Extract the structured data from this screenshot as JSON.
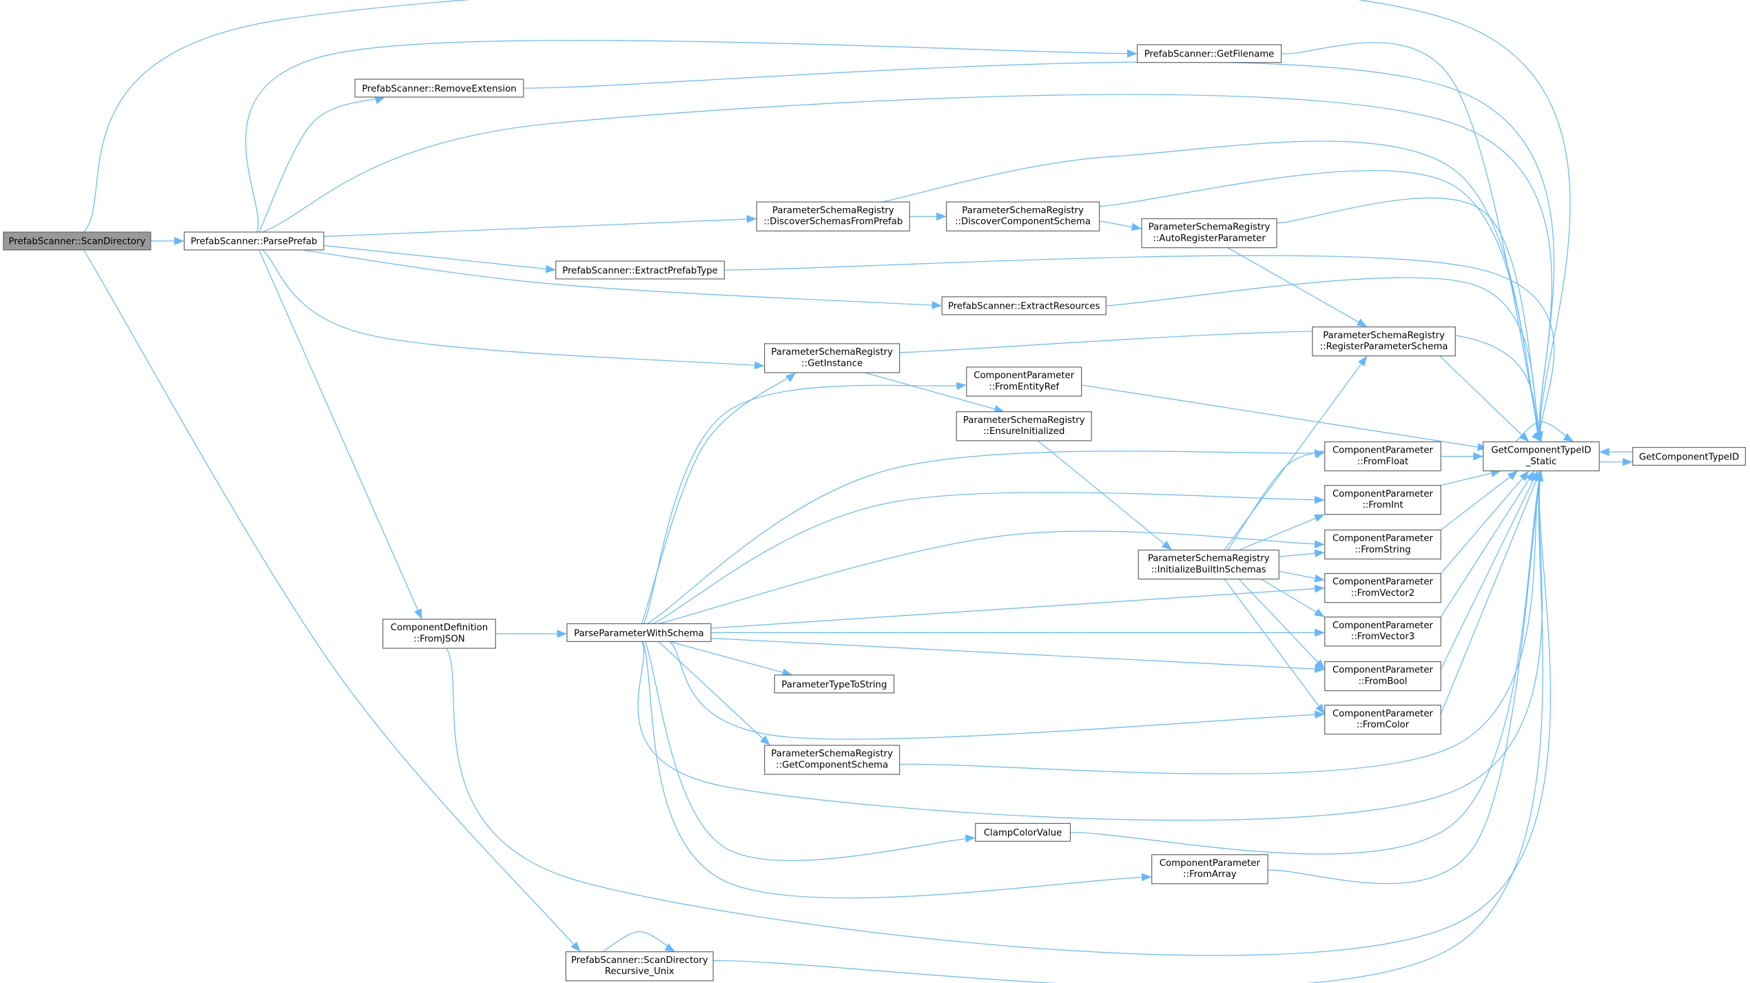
{
  "graph": {
    "edge_color": "#63b8ff",
    "current_node_color": "#999999",
    "nodes": [
      {
        "id": "scan",
        "lines": [
          "PrefabScanner::ScanDirectory"
        ]
      },
      {
        "id": "parse",
        "lines": [
          "PrefabScanner::ParsePrefab"
        ]
      },
      {
        "id": "getfilename",
        "lines": [
          "PrefabScanner::GetFilename"
        ]
      },
      {
        "id": "removeext",
        "lines": [
          "PrefabScanner::RemoveExtension"
        ]
      },
      {
        "id": "discschemas",
        "lines": [
          "ParameterSchemaRegistry",
          "::DiscoverSchemasFromPrefab"
        ]
      },
      {
        "id": "disccomp",
        "lines": [
          "ParameterSchemaRegistry",
          "::DiscoverComponentSchema"
        ]
      },
      {
        "id": "autoreg",
        "lines": [
          "ParameterSchemaRegistry",
          "::AutoRegisterParameter"
        ]
      },
      {
        "id": "extracttype",
        "lines": [
          "PrefabScanner::ExtractPrefabType"
        ]
      },
      {
        "id": "extractres",
        "lines": [
          "PrefabScanner::ExtractResources"
        ]
      },
      {
        "id": "getinstance",
        "lines": [
          "ParameterSchemaRegistry",
          "::GetInstance"
        ]
      },
      {
        "id": "regparam",
        "lines": [
          "ParameterSchemaRegistry",
          "::RegisterParameterSchema"
        ]
      },
      {
        "id": "fromentity",
        "lines": [
          "ComponentParameter",
          "::FromEntityRef"
        ]
      },
      {
        "id": "ensure",
        "lines": [
          "ParameterSchemaRegistry",
          "::EnsureInitialized"
        ]
      },
      {
        "id": "static",
        "lines": [
          "GetComponentTypeID",
          "_Static"
        ]
      },
      {
        "id": "gctid",
        "lines": [
          "GetComponentTypeID"
        ]
      },
      {
        "id": "fromfloat",
        "lines": [
          "ComponentParameter",
          "::FromFloat"
        ]
      },
      {
        "id": "fromint",
        "lines": [
          "ComponentParameter",
          "::FromInt"
        ]
      },
      {
        "id": "fromstring",
        "lines": [
          "ComponentParameter",
          "::FromString"
        ]
      },
      {
        "id": "initbuiltin",
        "lines": [
          "ParameterSchemaRegistry",
          "::InitializeBuiltInSchemas"
        ]
      },
      {
        "id": "fromvec2",
        "lines": [
          "ComponentParameter",
          "::FromVector2"
        ]
      },
      {
        "id": "fromjson",
        "lines": [
          "ComponentDefinition",
          "::FromJSON"
        ]
      },
      {
        "id": "parseparam",
        "lines": [
          "ParseParameterWithSchema"
        ]
      },
      {
        "id": "fromvec3",
        "lines": [
          "ComponentParameter",
          "::FromVector3"
        ]
      },
      {
        "id": "frombool",
        "lines": [
          "ComponentParameter",
          "::FromBool"
        ]
      },
      {
        "id": "ptypestr",
        "lines": [
          "ParameterTypeToString"
        ]
      },
      {
        "id": "fromcolor",
        "lines": [
          "ComponentParameter",
          "::FromColor"
        ]
      },
      {
        "id": "getcompschema",
        "lines": [
          "ParameterSchemaRegistry",
          "::GetComponentSchema"
        ]
      },
      {
        "id": "clampcolor",
        "lines": [
          "ClampColorValue"
        ]
      },
      {
        "id": "fromarray",
        "lines": [
          "ComponentParameter",
          "::FromArray"
        ]
      },
      {
        "id": "recursive",
        "lines": [
          "PrefabScanner::ScanDirectory",
          "Recursive_Unix"
        ]
      }
    ]
  }
}
